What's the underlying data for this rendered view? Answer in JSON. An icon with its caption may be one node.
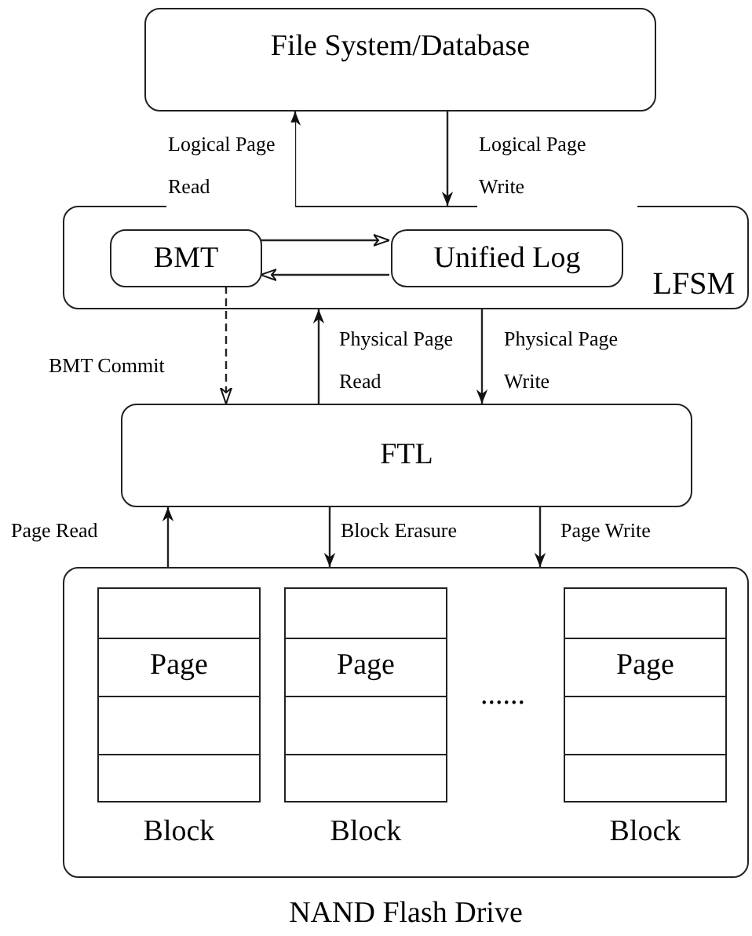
{
  "diagram": {
    "nodes": [
      {
        "text": [
          "File System/Database"
        ]
      },
      {
        "text": [
          "LFSM"
        ]
      },
      {
        "text": [
          "BMT"
        ],
        "in": 1
      },
      {
        "text": [
          "Unified Log"
        ],
        "in": 1
      },
      {
        "text": [
          "FTL"
        ]
      },
      {
        "text": [
          "NAND Flash Drive"
        ]
      },
      {
        "text": [
          "Page"
        ],
        "beside": [
          "Block"
        ],
        "in": 5
      },
      {
        "text": [
          "Page"
        ],
        "beside": [
          "Block"
        ],
        "in": 5
      },
      {
        "text": [
          "Page"
        ],
        "beside": [
          "Block"
        ],
        "in": 5
      }
    ],
    "edges": [
      {
        "from": 1,
        "to": 0,
        "arrow": "to",
        "label": "Logical Page Read"
      },
      {
        "from": 0,
        "to": 1,
        "arrow": "to",
        "label": "Logical Page Write"
      },
      {
        "from": 2,
        "to": 3,
        "arrow": "to"
      },
      {
        "from": 3,
        "to": 2,
        "arrow": "to"
      },
      {
        "from": 2,
        "to": 4,
        "arrow": "to",
        "style": "dashed",
        "label": "BMT Commit"
      },
      {
        "from": 4,
        "to": 1,
        "arrow": "to",
        "label": "Physical Page Read"
      },
      {
        "from": 1,
        "to": 4,
        "arrow": "to",
        "label": "Physical Page Write"
      },
      {
        "from": 5,
        "to": 4,
        "arrow": "to",
        "label": "Page Read"
      },
      {
        "from": 4,
        "to": 5,
        "arrow": "to",
        "label": "Block Erasure"
      },
      {
        "from": 4,
        "to": 5,
        "arrow": "to",
        "label": "Page Write"
      }
    ],
    "labels": [
      "......"
    ]
  }
}
